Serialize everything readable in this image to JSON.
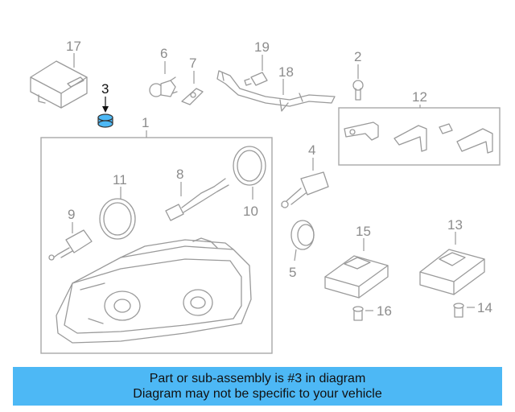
{
  "diagram": {
    "callouts": [
      "1",
      "2",
      "3",
      "4",
      "5",
      "6",
      "7",
      "8",
      "9",
      "10",
      "11",
      "12",
      "13",
      "14",
      "15",
      "16",
      "17",
      "18",
      "19"
    ],
    "highlighted_part": "3",
    "highlight_color": "#4db8f5",
    "line_color": "#9a9a9a"
  },
  "banner": {
    "line1": "Part or sub-assembly is #3 in diagram",
    "line2": "Diagram may not be specific to your vehicle",
    "background_color": "#4db8f5"
  }
}
